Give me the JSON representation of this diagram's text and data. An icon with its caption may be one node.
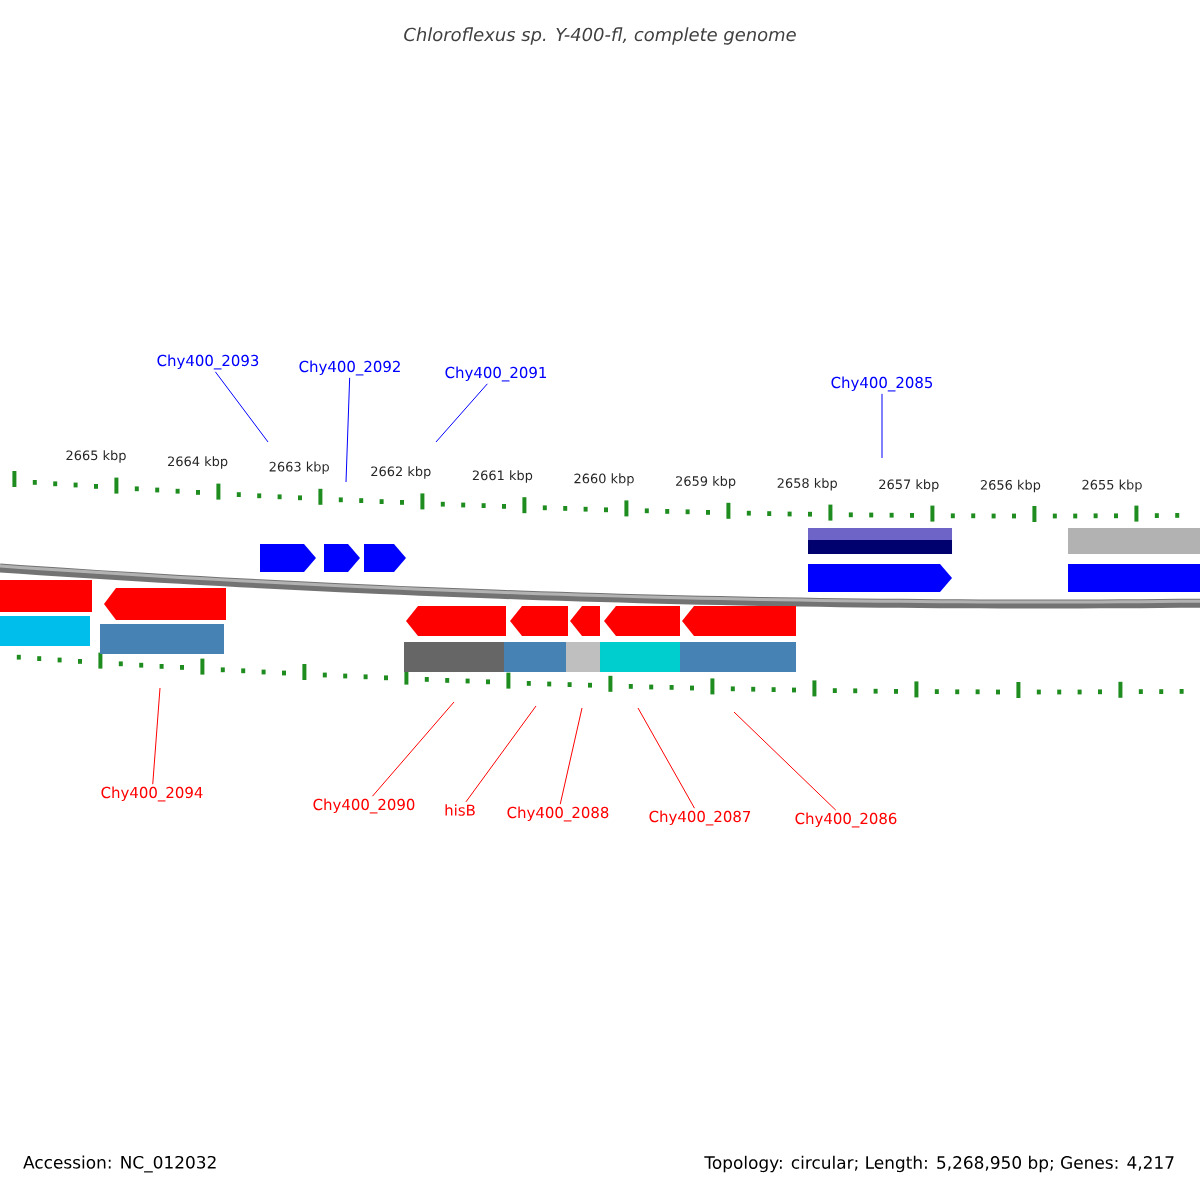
{
  "diagram": {
    "title": "Chloroflexus sp. Y-400-fl, complete genome",
    "nodes": [
      {
        "text": [
          "Chy400_2093"
        ]
      },
      {
        "text": [
          "Chy400_2092"
        ]
      },
      {
        "text": [
          "Chy400_2091"
        ]
      },
      {
        "text": [
          "Chy400_2085"
        ]
      },
      {
        "text": [
          "Chy400_2094"
        ]
      },
      {
        "text": [
          "Chy400_2090"
        ]
      },
      {
        "text": [
          "hisB"
        ]
      },
      {
        "text": [
          "Chy400_2088"
        ]
      },
      {
        "text": [
          "Chy400_2087"
        ]
      },
      {
        "text": [
          "Chy400_2086"
        ]
      }
    ],
    "edges": [
      {
        "from": 0,
        "to": null,
        "arrow": "none",
        "color": "#0000ff"
      },
      {
        "from": 1,
        "to": null,
        "arrow": "none",
        "color": "#0000ff"
      },
      {
        "from": 2,
        "to": null,
        "arrow": "none",
        "color": "#0000ff"
      },
      {
        "from": 3,
        "to": null,
        "arrow": "none",
        "color": "#0000ff"
      },
      {
        "from": 4,
        "to": null,
        "arrow": "none"
      },
      {
        "from": 5,
        "to": null,
        "arrow": "none"
      },
      {
        "from": 6,
        "to": null,
        "arrow": "none"
      },
      {
        "from": 7,
        "to": null,
        "arrow": "none"
      },
      {
        "from": 8,
        "to": null,
        "arrow": "none"
      },
      {
        "from": 9,
        "to": null,
        "arrow": "none"
      }
    ],
    "labels": [
      "2665 kbp",
      "2664 kbp",
      "2663 kbp",
      "2662 kbp",
      "2661 kbp",
      "2660 kbp",
      "2659 kbp",
      "2658 kbp",
      "2657 kbp",
      "2656 kbp",
      "2655 kbp",
      "Accession: NC_012032",
      "Topology: circular; Length: 5,268,950 bp; Genes: 4,217"
    ]
  }
}
